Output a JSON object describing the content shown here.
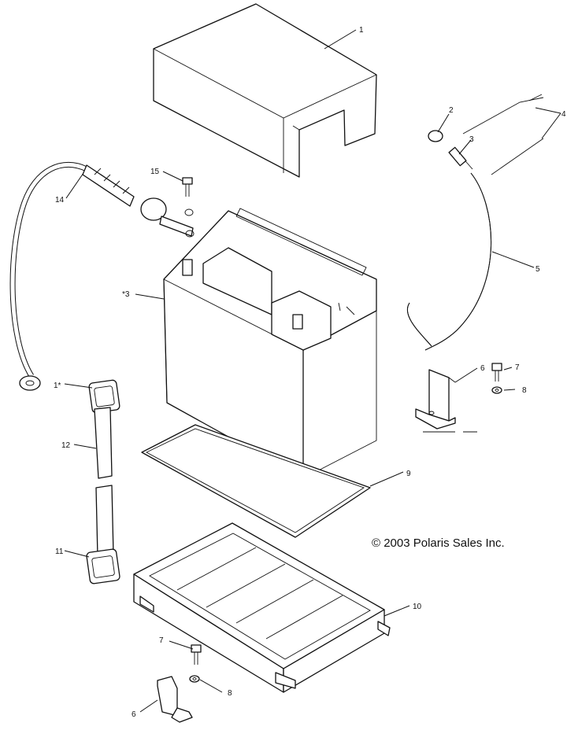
{
  "copyright": "© 2003 Polaris Sales Inc.",
  "callouts": {
    "c1": "1",
    "c2": "2",
    "c3": "3",
    "c4": "4",
    "c5": "5",
    "c6a": "6",
    "c7a": "7",
    "c8a": "8",
    "c9": "9",
    "c10": "10",
    "c7b": "7",
    "c8b": "8",
    "c6b": "6",
    "c11": "11",
    "c12": "12",
    "c1b": "1*",
    "c13": "*3",
    "c14": "14",
    "c15": "15"
  }
}
